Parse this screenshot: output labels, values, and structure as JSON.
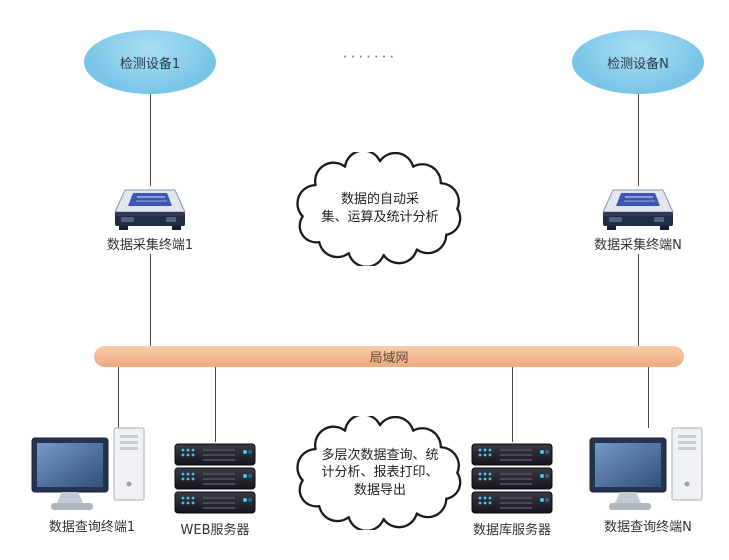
{
  "diagram": {
    "top": {
      "device1": "检测设备1",
      "deviceN": "检测设备N",
      "dots": "·······"
    },
    "collectors": {
      "terminal1": "数据采集终端1",
      "terminalN": "数据采集终端N"
    },
    "cloud_top": {
      "lines": [
        "数据的自动采",
        "集、运算及统计分析"
      ]
    },
    "lan": {
      "label": "局域网"
    },
    "cloud_bottom": {
      "lines": [
        "多层次数据查询、统",
        "计分析、报表打印、",
        "数据导出"
      ]
    },
    "bottom": {
      "query1": "数据查询终端1",
      "web": "WEB服务器",
      "db": "数据库服务器",
      "queryN": "数据查询终端N"
    },
    "colors": {
      "ellipse_blue": "#7cc7e8",
      "lan_peach": "#f2b68e",
      "cloud_fill": "#ffffff",
      "cloud_stroke": "#1a1a1a",
      "line": "#4a4a4a"
    }
  }
}
